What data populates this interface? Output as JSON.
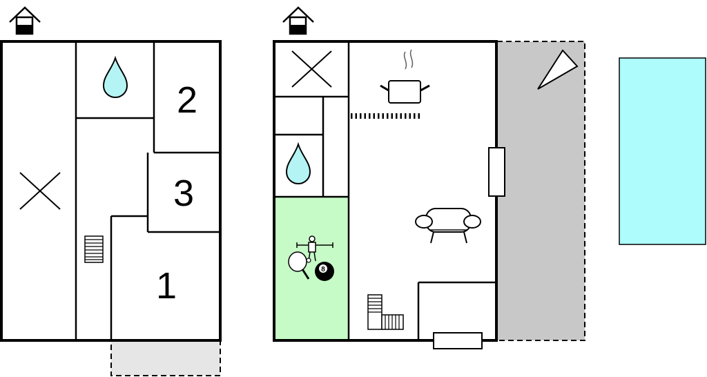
{
  "floor_plan": {
    "ground_floor": {
      "room_labels": [
        "2",
        "3",
        "1"
      ]
    },
    "upper_floor": {
      "game_ball_number": "8"
    },
    "colors": {
      "wall": "#000000",
      "water": "#b4f4f4",
      "game_room": "#c6fac6",
      "terrace": "#c8c8c8",
      "balcony": "#e6e6e6",
      "pool": "#aefcfc"
    },
    "icons": [
      "house-icon",
      "house-icon",
      "water-drop-icon",
      "water-drop-icon",
      "cross-mark-icon",
      "cross-mark-icon",
      "stairs-icon",
      "stairs-icon",
      "cooking-pot-icon",
      "sofa-icon",
      "foosball-icon",
      "ping-pong-icon",
      "billiard-ball-icon",
      "sun-icon"
    ]
  }
}
